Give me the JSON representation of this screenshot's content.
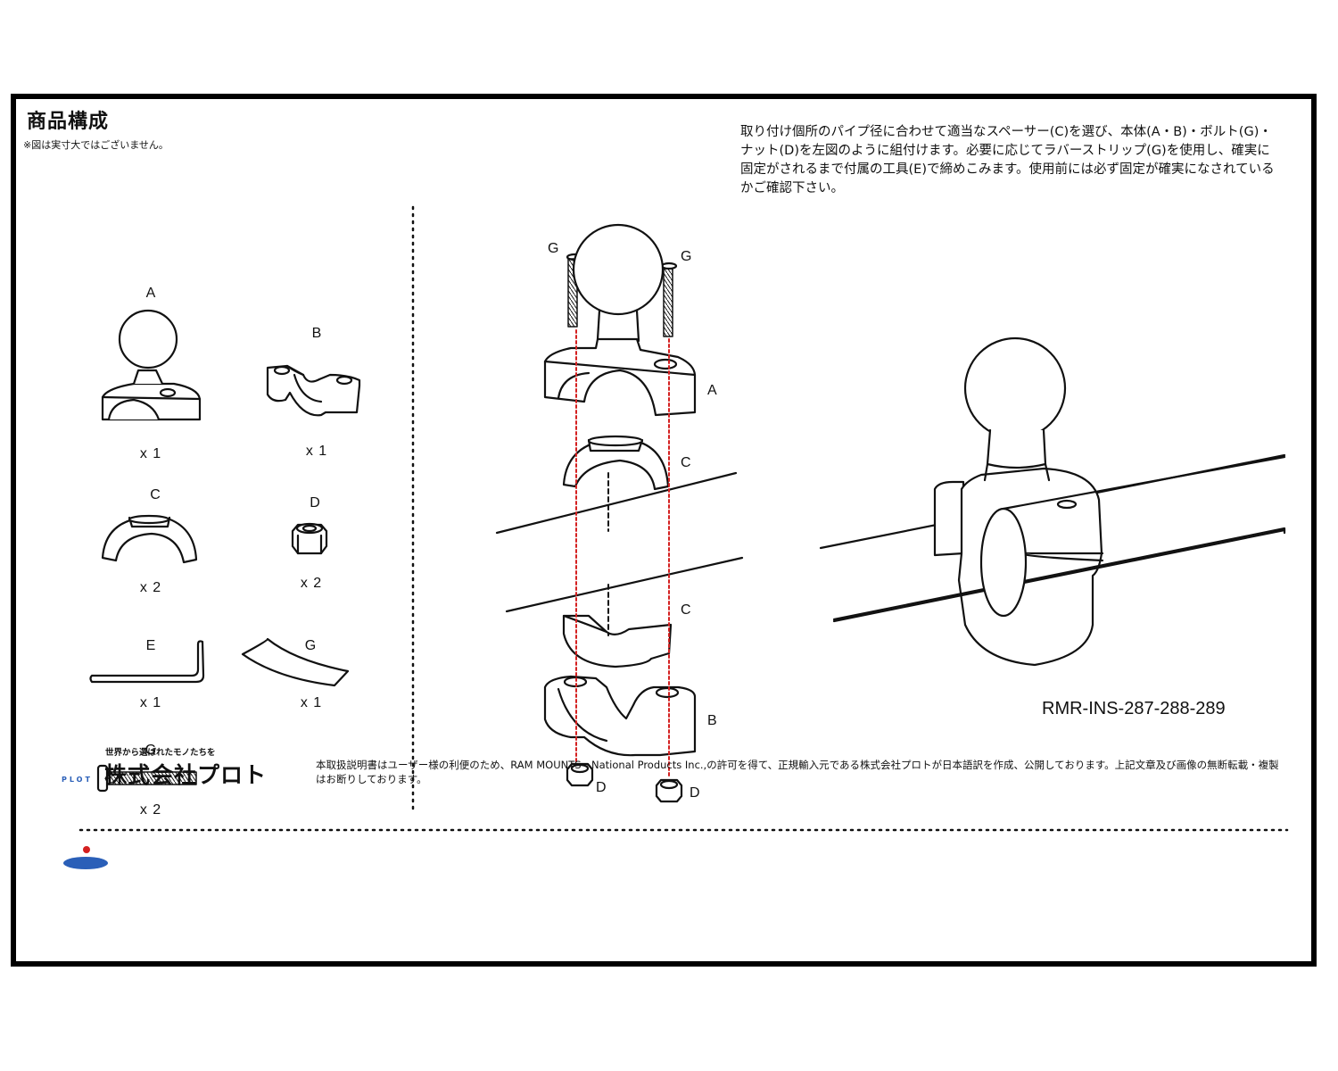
{
  "parts_section": {
    "title": "商品構成",
    "note": "※図は実寸大ではございません。",
    "parts": [
      {
        "label": "A",
        "qty": "x 1"
      },
      {
        "label": "B",
        "qty": "x 1"
      },
      {
        "label": "C",
        "qty": "x 2"
      },
      {
        "label": "D",
        "qty": "x 2"
      },
      {
        "label": "E",
        "qty": "x 1"
      },
      {
        "label": "G",
        "qty": "x 1"
      },
      {
        "label": "G",
        "qty": "x 2"
      }
    ]
  },
  "exploded_labels": {
    "bolt_left": "G",
    "bolt_right": "G",
    "body_top": "A",
    "spacer_top": "C",
    "spacer_bottom": "C",
    "body_bottom": "B",
    "nut_left": "D",
    "nut_right": "D"
  },
  "instructions": "取り付け個所のパイプ径に合わせて適当なスペーサー(C)を選び、本体(A・B)・ボルト(G)・ナット(D)を左図のように組付けます。必要に応じてラバーストリップ(G)を使用し、確実に固定がされるまで付属の工具(E)で締めこみます。使用前には必ず固定が確実になされているかご確認下さい。",
  "doc_id": "RMR-INS-287-288-289",
  "footer": {
    "tagline": "世界から選ばれたモノたちを",
    "company": "株式会社プロト",
    "logo_word": "PLOT",
    "disclaimer": "本取扱説明書はユーザー様の利便のため、RAM MOUNTS - National Products Inc.,の許可を得て、正規輸入元である株式会社プロトが日本語訳を作成、公開しております。上記文章及び画像の無断転載・複製はお断りしております。"
  },
  "colors": {
    "border": "#000000",
    "guide_line": "#d42020",
    "logo_blue": "#2a5fb8",
    "logo_red": "#d42020"
  }
}
